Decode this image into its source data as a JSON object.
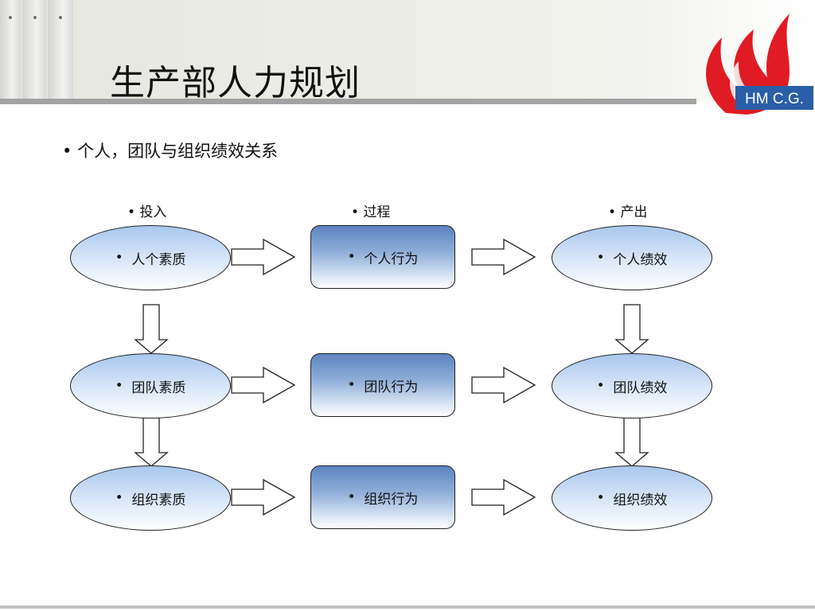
{
  "header": {
    "title": "生产部人力规划"
  },
  "logo": {
    "text": "HM C.G."
  },
  "content": {
    "bullet": "•",
    "heading": "个人，团队与组织绩效关系",
    "columns": [
      "投入",
      "过程",
      "产出"
    ],
    "rows": [
      {
        "input": "人个素质",
        "process": "个人行为",
        "output": "个人绩效"
      },
      {
        "input": "团队素质",
        "process": "团队行为",
        "output": "团队绩效"
      },
      {
        "input": "组织素质",
        "process": "组织行为",
        "output": "组织绩效"
      }
    ]
  },
  "colors": {
    "ellipse_top": "#a9c7ee",
    "box_top": "#5b84c0",
    "logo_red": "#e01b24",
    "logo_blue": "#2a5ea8"
  }
}
